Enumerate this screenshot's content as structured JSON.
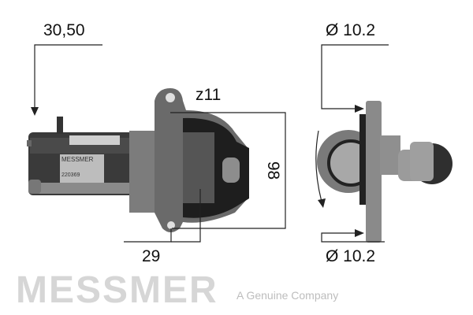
{
  "dimensions": {
    "length_label": "30,50",
    "teeth_label": "z11",
    "height_label": "98",
    "offset_label": "29",
    "hole_top_label": "Ø 10.2",
    "hole_bottom_label": "Ø 10.2"
  },
  "watermark": {
    "brand": "MESSMER",
    "tagline": "A Genuine Company"
  },
  "product_label": {
    "brand": "MESSMER",
    "part_number": "220369"
  },
  "colors": {
    "line": "#222222",
    "watermark": "#e3e3e3",
    "metal_dark": "#2a2a2a",
    "metal_mid": "#7a7a7a",
    "metal_light": "#b5b5b5"
  }
}
